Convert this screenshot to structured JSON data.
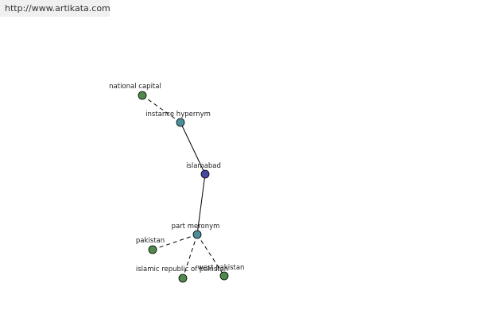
{
  "watermark": "http://www.artikata.com",
  "nodes": {
    "national_capital": "national capital",
    "instance_hypernym": "instance hypernym",
    "islamabad": "islamabad",
    "part_meronym": "part meronym",
    "pakistan": "pakistan",
    "islamic_republic_of_pakistan": "islamic republic of pakistan",
    "west_pakistan": "west pakistan"
  },
  "colors": {
    "leaf": "#4f8a4c",
    "relation": "#4a8f9a",
    "root": "#4848a0"
  }
}
